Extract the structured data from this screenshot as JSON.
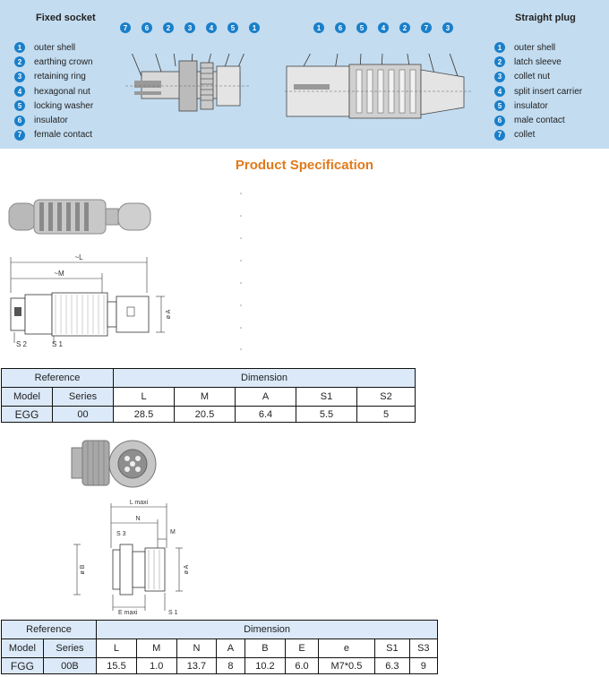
{
  "banner": {
    "fixed_socket_title": "Fixed socket",
    "straight_plug_title": "Straight plug",
    "socket_parts": [
      {
        "num": "1",
        "label": "outer shell"
      },
      {
        "num": "2",
        "label": "earthing crown"
      },
      {
        "num": "3",
        "label": "retaining ring"
      },
      {
        "num": "4",
        "label": "hexagonal nut"
      },
      {
        "num": "5",
        "label": "locking washer"
      },
      {
        "num": "6",
        "label": "insulator"
      },
      {
        "num": "7",
        "label": "female contact"
      }
    ],
    "plug_parts": [
      {
        "num": "1",
        "label": "outer shell"
      },
      {
        "num": "2",
        "label": "latch sleeve"
      },
      {
        "num": "3",
        "label": "collet nut"
      },
      {
        "num": "4",
        "label": "split insert carrier"
      },
      {
        "num": "5",
        "label": "insulator"
      },
      {
        "num": "6",
        "label": "male contact"
      },
      {
        "num": "7",
        "label": "collet"
      }
    ],
    "socket_callouts": [
      "7",
      "6",
      "2",
      "3",
      "4",
      "5",
      "1"
    ],
    "plug_callouts": [
      "1",
      "6",
      "5",
      "4",
      "2",
      "7",
      "3"
    ]
  },
  "spec_title": "Product Specification",
  "drawing1": {
    "L": "~L",
    "M": "~M",
    "A": "ø A",
    "S2": "S 2",
    "S1": "S 1"
  },
  "drawing2": {
    "L": "L maxi",
    "N": "N",
    "M": "M",
    "S3": "S 3",
    "B": "ø B",
    "A": "ø A",
    "E": "E maxi",
    "S1": "S 1"
  },
  "table1": {
    "reference": "Reference",
    "dimension": "Dimension",
    "headers": [
      "Model",
      "Series",
      "L",
      "M",
      "A",
      "S1",
      "S2"
    ],
    "row": [
      "EGG",
      "00",
      "28.5",
      "20.5",
      "6.4",
      "5.5",
      "5"
    ]
  },
  "table2": {
    "reference": "Reference",
    "dimension": "Dimension",
    "headers": [
      "Model",
      "Series",
      "L",
      "M",
      "N",
      "A",
      "B",
      "E",
      "e",
      "S1",
      "S3"
    ],
    "row": [
      "FGG",
      "00B",
      "15.5",
      "1.0",
      "13.7",
      "8",
      "10.2",
      "6.0",
      "M7*0.5",
      "6.3",
      "9"
    ]
  },
  "colors": {
    "banner": "#c3dcf0",
    "badge": "#1a7fc9",
    "title": "#e07a1b",
    "table_header": "#dbe9f8"
  }
}
